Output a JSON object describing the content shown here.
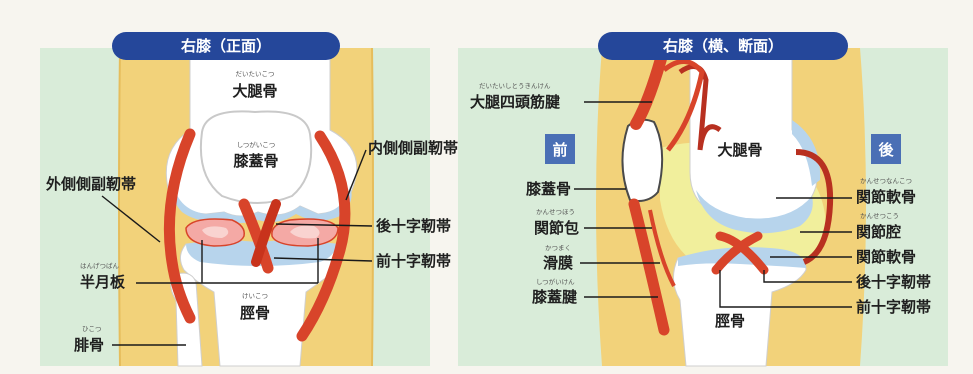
{
  "panels": [
    {
      "title": "右膝（正面）",
      "labels": [
        {
          "text": "大腿骨",
          "ruby": "だいたいこつ"
        },
        {
          "text": "膝蓋骨",
          "ruby": "しつがいこつ"
        },
        {
          "text": "内側側副靭帯",
          "ruby": ""
        },
        {
          "text": "外側側副靭帯",
          "ruby": ""
        },
        {
          "text": "後十字靭帯",
          "ruby": ""
        },
        {
          "text": "前十字靭帯",
          "ruby": ""
        },
        {
          "text": "半月板",
          "ruby": "はんげつばん"
        },
        {
          "text": "脛骨",
          "ruby": "けいこつ"
        },
        {
          "text": "腓骨",
          "ruby": "ひこつ"
        }
      ]
    },
    {
      "title": "右膝（横、断面）",
      "front_label": "前",
      "back_label": "後",
      "labels": [
        {
          "text": "大腿四頭筋腱",
          "ruby": "だいたいしとうきんけん"
        },
        {
          "text": "大腿骨",
          "ruby": ""
        },
        {
          "text": "膝蓋骨",
          "ruby": ""
        },
        {
          "text": "関節包",
          "ruby": "かんせつほう"
        },
        {
          "text": "滑膜",
          "ruby": "かつまく"
        },
        {
          "text": "膝蓋腱",
          "ruby": "しつがいけん"
        },
        {
          "text": "関節軟骨",
          "ruby": "かんせつなんこつ"
        },
        {
          "text": "関節腔",
          "ruby": "かんせつこう"
        },
        {
          "text": "関節軟骨",
          "ruby": ""
        },
        {
          "text": "後十字靭帯",
          "ruby": ""
        },
        {
          "text": "前十字靭帯",
          "ruby": ""
        },
        {
          "text": "脛骨",
          "ruby": ""
        }
      ]
    }
  ],
  "colors": {
    "title_bg": "#25479a",
    "direction_box": "#4a6fb5",
    "background_green": "#d9ecd9",
    "fat_yellow": "#f2d27a",
    "bone": "#ffffff",
    "cartilage_blue": "#b7d4ec",
    "ligament_red": "#d8442a",
    "meniscus_pink": "#f4a9a5",
    "synovial_yellow": "#f1ef9c"
  }
}
